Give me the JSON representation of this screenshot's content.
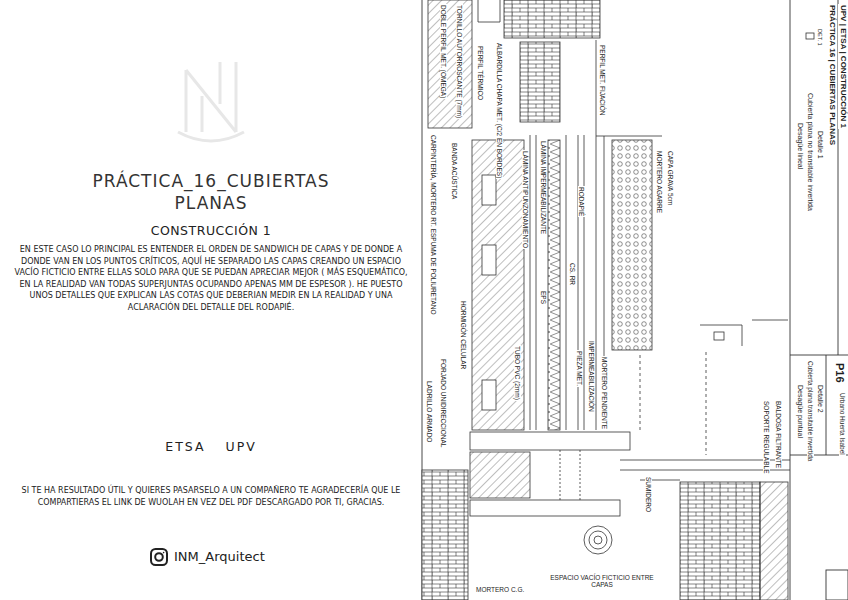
{
  "diagram": {
    "title": "PRÁCTICA_16_CUBIERTAS PLANAS",
    "labels": [
      "CONSTRUCCIÓN 1",
      "EN ESTE CASO LO PRINCIPAL ES ENTENDER EL ORDEN DE SANDWICH DE CAPAS Y DE DONDE A DONDE VAN EN LOS PUNTOS CRÍTICOS, AQUÍ HE SEPARADO LAS CAPAS CREANDO UN ESPACIO VACÍO FICTICIO ENTRE ELLAS SOLO PARA QUE SE PUEDAN APRECIAR MEJOR ( MÁS ESQUEMÁTICO, EN LA REALIDAD VAN TODAS SUPERJUNTAS OCUPANDO APENAS MM DE ESPESOR ). HE PUESTO UNOS DETALLES QUE EXPLICAN LAS COTAS QUE DEBERIAN MEDIR EN LA REALIDAD Y UNA ACLARACIÓN DEL DETALLE DEL RODAPIÉ.",
      "ETSA UPV",
      "SI TE HA RESULTADO ÚTIL Y QUIERES PASARSELO A UN COMPAÑERO TE AGRADECERÍA QUE LE COMPARTIERAS EL LINK DE WUOLAH EN VEZ DEL PDF DESCARGADO POR TI, GRACIAS.",
      "INM_Arquitect",
      "UPV | ETSA | CONSTRUCCIÓN 1",
      "PRÁCTICA 16 | CUBIERTAS PLANAS",
      "Detalle 1",
      "Cubierta plana no transitable invertida",
      "Desagüe lineal",
      "P16",
      "Urbano Huerta Isabel",
      "Detalle 2",
      "Cubierta plana transitable invertida",
      "Desagüe puntual",
      "ALBARDILLA CHAPA MET. (C/2 EN BORDES)",
      "DOBLE PERFIL MET. (OMEGA)",
      "TORNILLO AUTORROSCANTE (7mm)",
      "PERFIL TÉRMICO",
      "PERFIL MET. FIJACIÓN",
      "CAPA GRAVA 5cm",
      "MORTERO AGARRE",
      "LÁMINA IMPERMEABILIZANTE",
      "LÁMINA ANTIPUNZONAMIENTO",
      "EPS",
      "CS. RR",
      "CARPINTERÍA, MORTERO RT. ESPUMA DE POLIURETANO",
      "BANDA ACÚSTICA",
      "MORTERO PENDIENTE",
      "IMPERMEABILIZACIÓN",
      "PIEZA MET.",
      "HORMIGÓN CELULAR",
      "TUBO PVC (2mm)",
      "SUMIDERO",
      "FORJADO UNIDIRECCIONAL",
      "LADRILLO ARMADO",
      "MORTERO C.G.",
      "ESPACIO VACÍO FICTICIO ENTRE CAPAS",
      "BALDOSA FILTRANTE",
      "SOPORTE REGULABLE",
      "DET. 1",
      "RODAPIÉ"
    ]
  }
}
